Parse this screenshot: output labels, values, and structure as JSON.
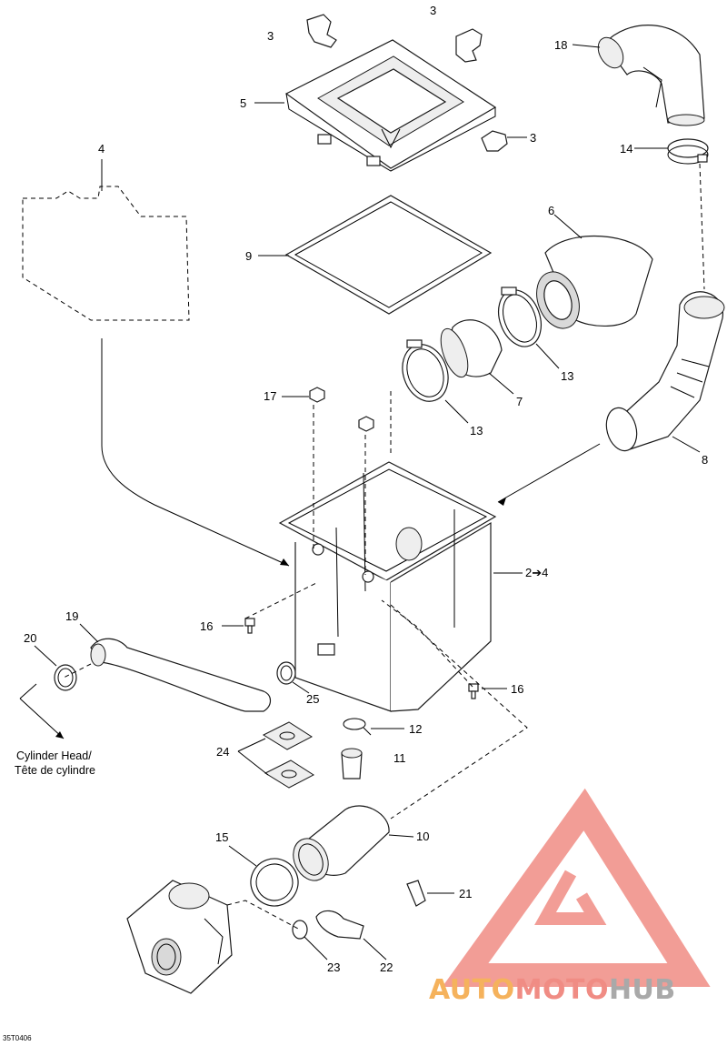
{
  "callouts": {
    "c1": "3",
    "c2": "3",
    "c3": "3",
    "c4": "18",
    "c5": "5",
    "c6": "14",
    "c7": "4",
    "c8": "6",
    "c9": "9",
    "c10": "13",
    "c11": "7",
    "c12": "17",
    "c13": "13",
    "c14": "8",
    "c15": "2➔4",
    "c16": "19",
    "c17": "20",
    "c18": "16",
    "c19": "25",
    "c20": "16",
    "c21": "12",
    "c22": "24",
    "c23": "11",
    "c24": "15",
    "c25": "10",
    "c26": "21",
    "c27": "23",
    "c28": "22"
  },
  "destination_note": {
    "line1": "Cylinder Head/",
    "line2": "Tête de cylindre"
  },
  "diagram_code": "35T0406",
  "watermark": {
    "brand_part1": "AUTO",
    "brand_part2": "MOTO",
    "brand_part3": "HUB",
    "colors": {
      "logo_red": "#f08c84",
      "text_orange": "#f5b25c",
      "text_red": "#f08c84",
      "text_gray": "#a9a9a9"
    }
  }
}
